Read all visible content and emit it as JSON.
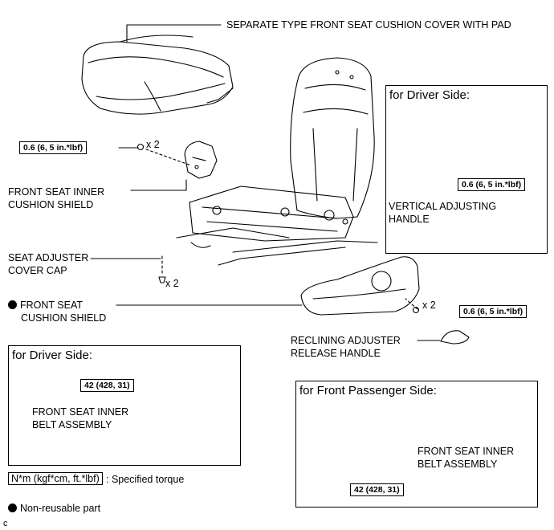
{
  "labels": {
    "cushion_cover": "SEPARATE TYPE FRONT SEAT CUSHION COVER WITH PAD",
    "inner_shield_l1": "FRONT SEAT INNER",
    "inner_shield_l2": "CUSHION SHIELD",
    "adjuster_cap_l1": "SEAT ADJUSTER",
    "adjuster_cap_l2": "COVER CAP",
    "cushion_shield_l1": "FRONT SEAT",
    "cushion_shield_l2": "CUSHION SHIELD",
    "reclining_l1": "RECLINING ADJUSTER",
    "reclining_l2": "RELEASE HANDLE",
    "vertical_l1": "VERTICAL ADJUSTING",
    "vertical_l2": "HANDLE",
    "belt_driver_l1": "FRONT SEAT INNER",
    "belt_driver_l2": "BELT ASSEMBLY",
    "belt_pass_l1": "FRONT SEAT INNER",
    "belt_pass_l2": "BELT ASSEMBLY"
  },
  "quantities": {
    "inner_shield_screws": "x 2",
    "cover_caps": "x 2",
    "shield_screws": "x 2"
  },
  "torques": {
    "inner_shield": "0.6 (6, 5 in.*lbf)",
    "vertical_handle": "0.6 (6, 5 in.*lbf)",
    "cushion_shield": "0.6 (6, 5 in.*lbf)",
    "belt_driver": "42 (428, 31)",
    "belt_passenger": "42 (428, 31)"
  },
  "boxes": {
    "driver_vertical": "for Driver Side:",
    "driver_belt": "for Driver Side:",
    "passenger_belt": "for Front Passenger Side:"
  },
  "legend": {
    "torque_unit": "N*m (kgf*cm, ft.*lbf)",
    "torque_desc": ": Specified torque",
    "non_reusable": "Non-reusable part"
  },
  "figure_code": "c"
}
